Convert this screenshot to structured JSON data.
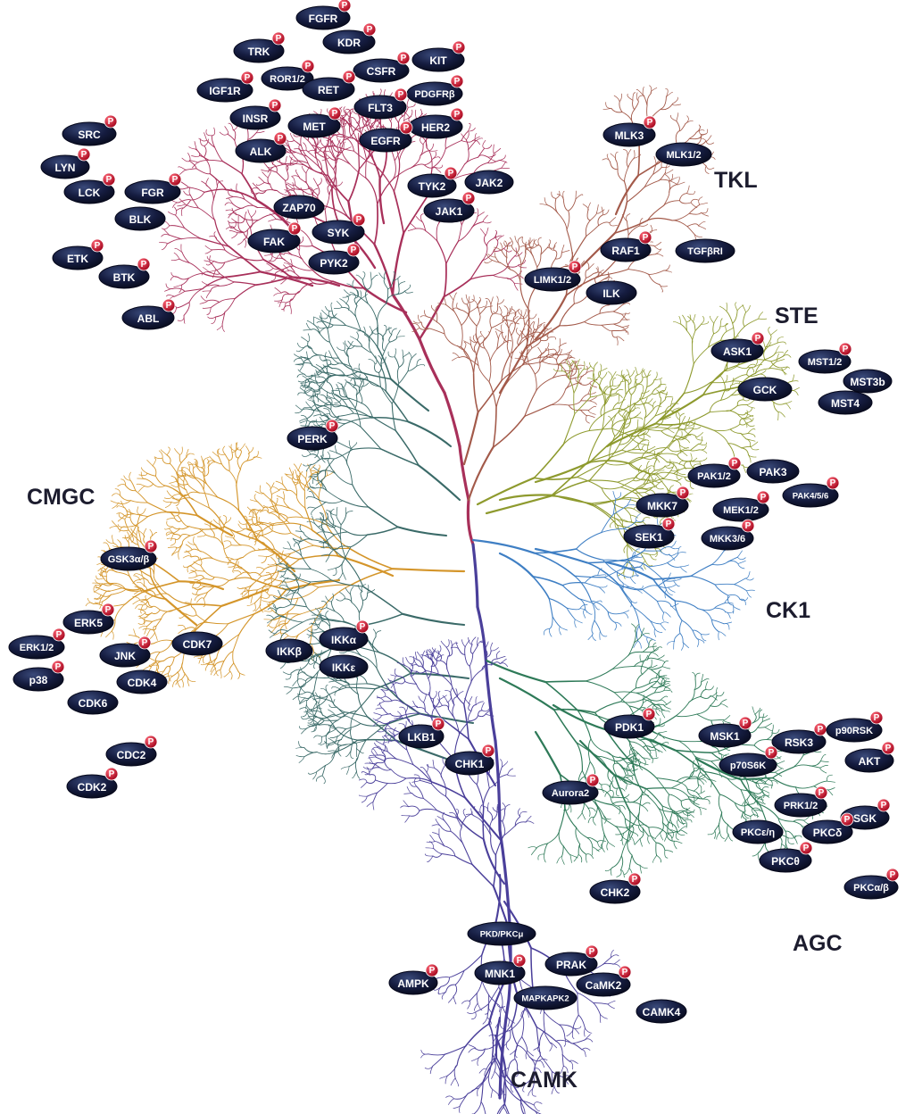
{
  "groups": [
    "TKL",
    "STE",
    "CMGC",
    "CK1",
    "AGC",
    "CAMK"
  ],
  "kinases": [
    {
      "name": "FGFR",
      "p": true
    },
    {
      "name": "KDR",
      "p": true
    },
    {
      "name": "TRK",
      "p": true
    },
    {
      "name": "KIT",
      "p": true
    },
    {
      "name": "CSFR",
      "p": true
    },
    {
      "name": "ROR1/2",
      "p": true
    },
    {
      "name": "IGF1R",
      "p": true
    },
    {
      "name": "RET",
      "p": true
    },
    {
      "name": "PDGFRβ",
      "p": true
    },
    {
      "name": "INSR",
      "p": true
    },
    {
      "name": "FLT3",
      "p": true
    },
    {
      "name": "MET",
      "p": true
    },
    {
      "name": "HER2",
      "p": true
    },
    {
      "name": "EGFR",
      "p": true
    },
    {
      "name": "ALK",
      "p": true
    },
    {
      "name": "SRC",
      "p": true
    },
    {
      "name": "LYN",
      "p": true
    },
    {
      "name": "LCK",
      "p": true
    },
    {
      "name": "FGR",
      "p": true
    },
    {
      "name": "BLK",
      "p": false
    },
    {
      "name": "TYK2",
      "p": true
    },
    {
      "name": "JAK2",
      "p": false
    },
    {
      "name": "JAK1",
      "p": true
    },
    {
      "name": "ZAP70",
      "p": false
    },
    {
      "name": "SYK",
      "p": true
    },
    {
      "name": "FAK",
      "p": true
    },
    {
      "name": "PYK2",
      "p": true
    },
    {
      "name": "ETK",
      "p": true
    },
    {
      "name": "BTK",
      "p": true
    },
    {
      "name": "ABL",
      "p": true
    },
    {
      "name": "MLK3",
      "p": true
    },
    {
      "name": "MLK1/2",
      "p": false
    },
    {
      "name": "RAF1",
      "p": true
    },
    {
      "name": "TGFβRI",
      "p": false
    },
    {
      "name": "LIMK1/2",
      "p": true
    },
    {
      "name": "ILK",
      "p": false
    },
    {
      "name": "ASK1",
      "p": true
    },
    {
      "name": "MST1/2",
      "p": true
    },
    {
      "name": "MST3b",
      "p": false
    },
    {
      "name": "GCK",
      "p": false
    },
    {
      "name": "MST4",
      "p": false
    },
    {
      "name": "PERK",
      "p": true
    },
    {
      "name": "PAK1/2",
      "p": true
    },
    {
      "name": "PAK3",
      "p": false
    },
    {
      "name": "PAK4/5/6",
      "p": true
    },
    {
      "name": "MKK7",
      "p": true
    },
    {
      "name": "MEK1/2",
      "p": true
    },
    {
      "name": "SEK1",
      "p": true
    },
    {
      "name": "MKK3/6",
      "p": true
    },
    {
      "name": "GSK3α/β",
      "p": true
    },
    {
      "name": "ERK5",
      "p": true
    },
    {
      "name": "ERK1/2",
      "p": true
    },
    {
      "name": "JNK",
      "p": true
    },
    {
      "name": "CDK7",
      "p": false
    },
    {
      "name": "p38",
      "p": true
    },
    {
      "name": "CDK4",
      "p": false
    },
    {
      "name": "CDK6",
      "p": false
    },
    {
      "name": "CDC2",
      "p": true
    },
    {
      "name": "CDK2",
      "p": true
    },
    {
      "name": "IKKβ",
      "p": false
    },
    {
      "name": "IKKα",
      "p": true
    },
    {
      "name": "IKKε",
      "p": false
    },
    {
      "name": "PDK1",
      "p": true
    },
    {
      "name": "MSK1",
      "p": true
    },
    {
      "name": "RSK3",
      "p": true
    },
    {
      "name": "p90RSK",
      "p": true
    },
    {
      "name": "p70S6K",
      "p": true
    },
    {
      "name": "AKT",
      "p": true
    },
    {
      "name": "LKB1",
      "p": true
    },
    {
      "name": "CHK1",
      "p": true
    },
    {
      "name": "Aurora2",
      "p": true
    },
    {
      "name": "PRK1/2",
      "p": true
    },
    {
      "name": "SGK",
      "p": true
    },
    {
      "name": "PKCε/η",
      "p": false
    },
    {
      "name": "PKCδ",
      "p": true
    },
    {
      "name": "PKCθ",
      "p": true
    },
    {
      "name": "PKCα/β",
      "p": true
    },
    {
      "name": "CHK2",
      "p": true
    },
    {
      "name": "PKD/PKCμ",
      "p": false
    },
    {
      "name": "AMPK",
      "p": true
    },
    {
      "name": "MNK1",
      "p": true
    },
    {
      "name": "PRAK",
      "p": true
    },
    {
      "name": "MAPKAPK2",
      "p": false
    },
    {
      "name": "CaMK2",
      "p": true
    },
    {
      "name": "CAMK4",
      "p": false
    }
  ],
  "colors": {
    "TK": "#a8305a",
    "TKL": "#a35a4a",
    "STE": "#8e9a2e",
    "CK1": "#3f7fc4",
    "CMGC": "#d4952a",
    "AGC": "#2e7a58",
    "CAMK": "#4a3f9a",
    "other": "#3a6a68",
    "node": "#12183a",
    "badge": "#c8102e"
  }
}
